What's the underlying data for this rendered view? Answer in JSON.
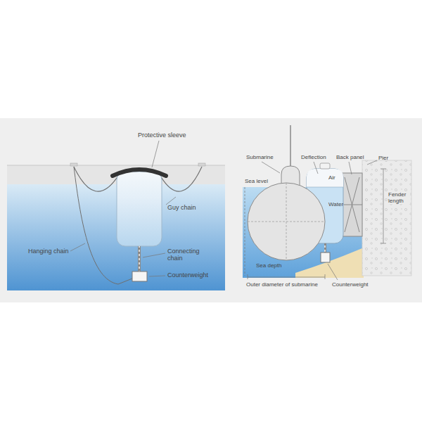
{
  "diagram": {
    "labels": [
      "Protective sleeve",
      "Guy chain",
      "Connecting chain",
      "Hanging chain",
      "Counterweight",
      "Submarine",
      "Deflection",
      "Back panel",
      "Pier",
      "Sea level",
      "Air",
      "Water",
      "Fender length",
      "Sea depth",
      "Outer diameter of submarine",
      "Counterweight"
    ]
  }
}
